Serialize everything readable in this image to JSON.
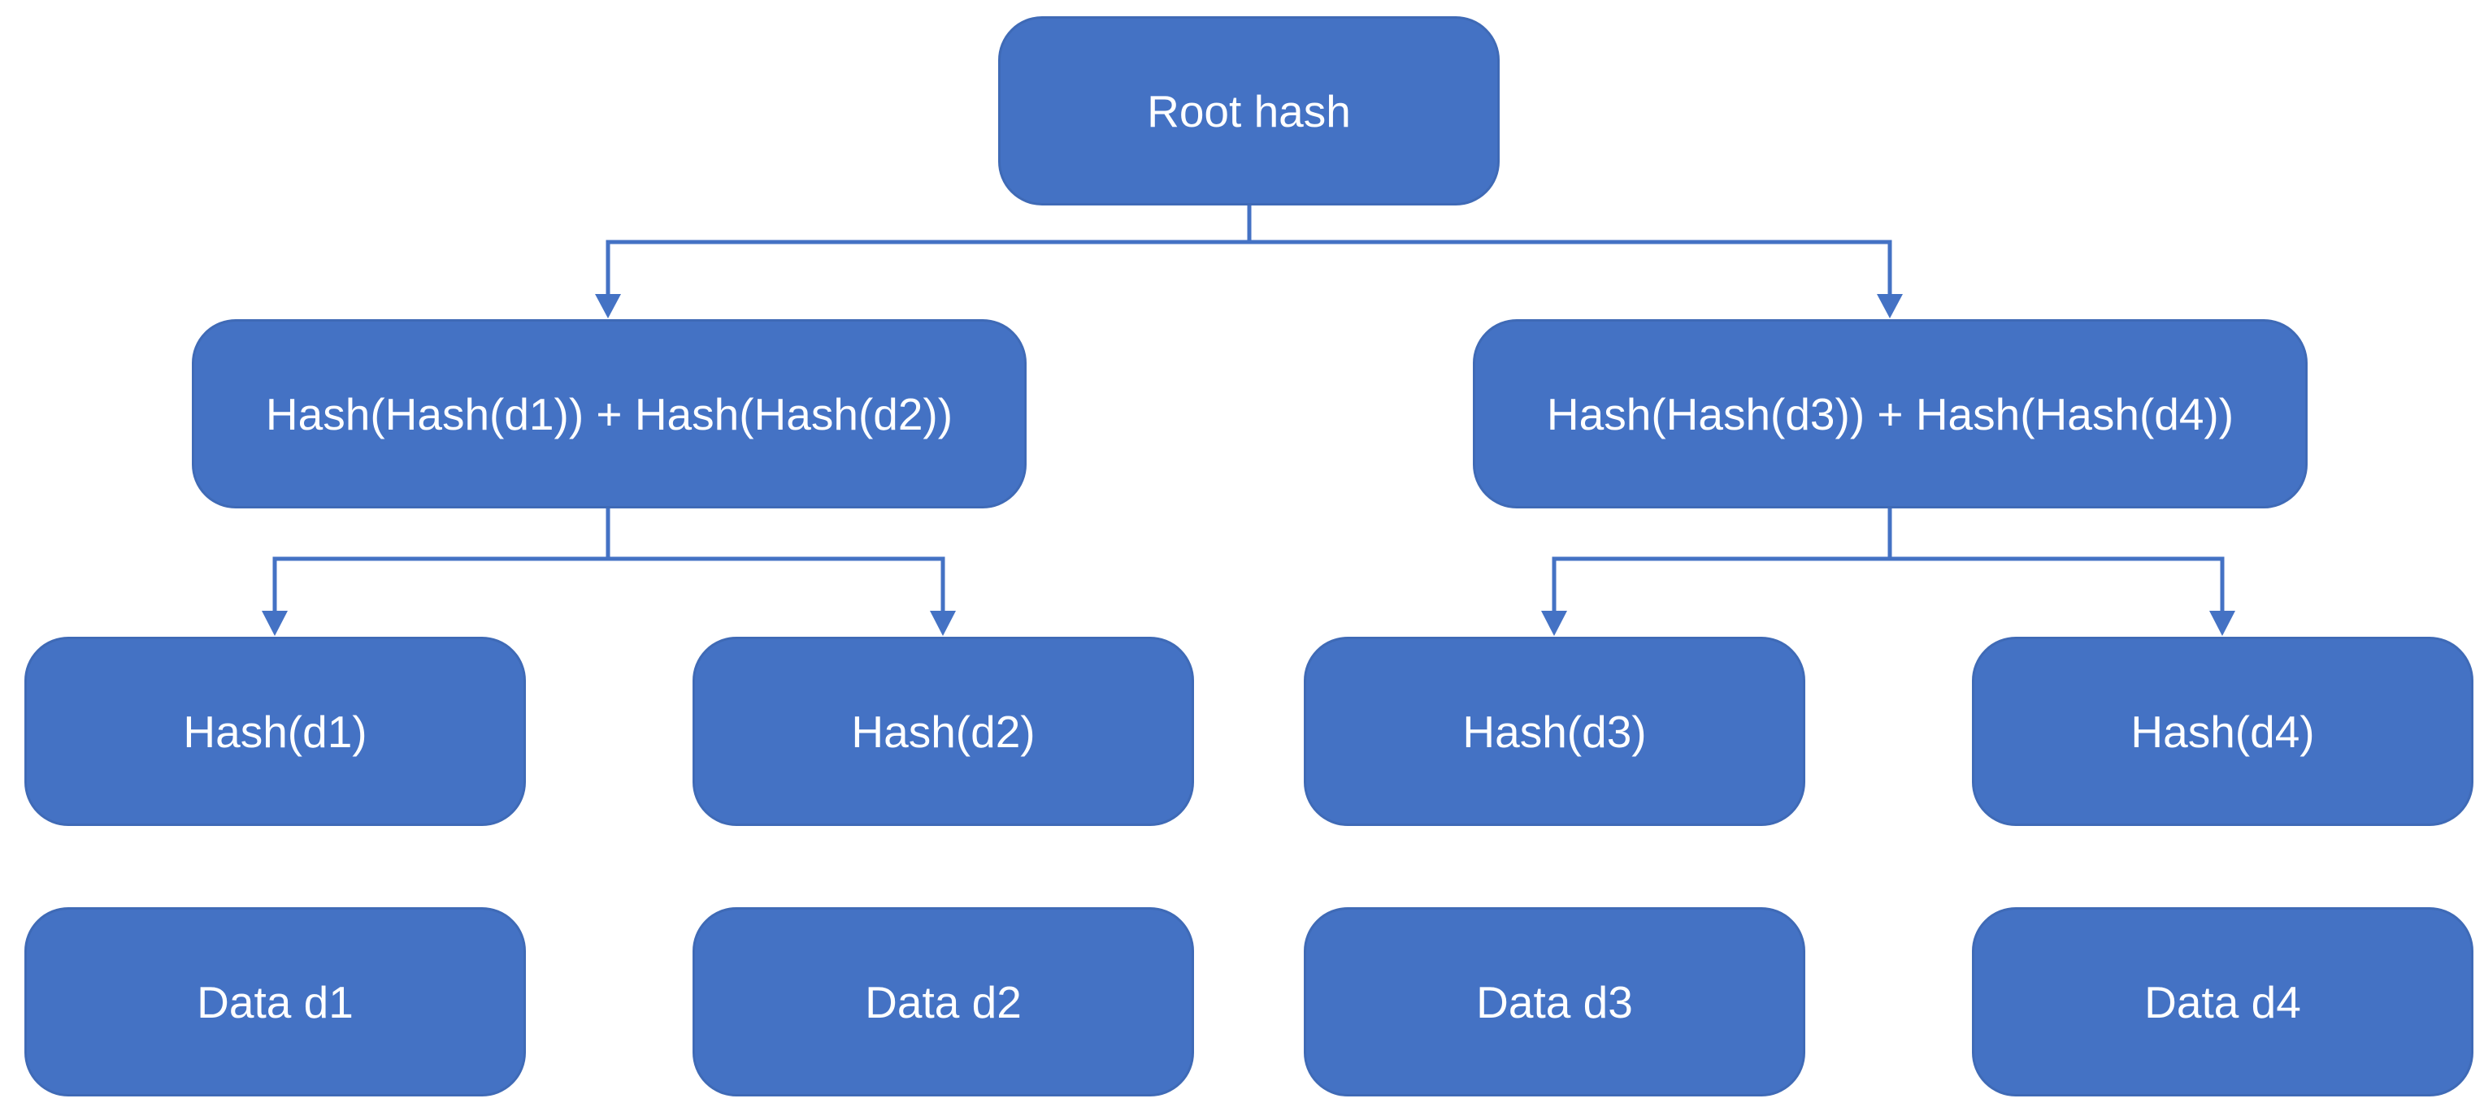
{
  "diagram": {
    "colors": {
      "node_fill": "#4472c4",
      "connector": "#4472c4",
      "text": "#ffffff"
    },
    "nodes": {
      "root": "Root hash",
      "hash_12": "Hash(Hash(d1)) + Hash(Hash(d2))",
      "hash_34": "Hash(Hash(d3)) + Hash(Hash(d4))",
      "hash_d1": "Hash(d1)",
      "hash_d2": "Hash(d2)",
      "hash_d3": "Hash(d3)",
      "hash_d4": "Hash(d4)",
      "data_d1": "Data d1",
      "data_d2": "Data d2",
      "data_d3": "Data d3",
      "data_d4": "Data d4"
    },
    "edges": [
      {
        "from": "root",
        "to": "hash_12"
      },
      {
        "from": "root",
        "to": "hash_34"
      },
      {
        "from": "hash_12",
        "to": "hash_d1"
      },
      {
        "from": "hash_12",
        "to": "hash_d2"
      },
      {
        "from": "hash_34",
        "to": "hash_d3"
      },
      {
        "from": "hash_34",
        "to": "hash_d4"
      }
    ]
  }
}
